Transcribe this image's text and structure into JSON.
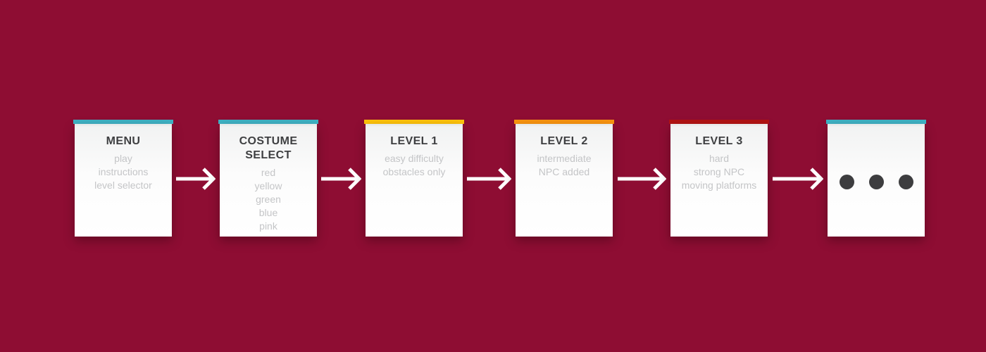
{
  "canvas": {
    "background_color": "#8E0D33"
  },
  "flow": {
    "arrow_color": "#FFFFFF",
    "cards": [
      {
        "id": "menu",
        "title": "MENU",
        "bar_color": "#3FB2C4",
        "items": [
          "play",
          "instructions",
          "level selector"
        ]
      },
      {
        "id": "costume-select",
        "title": "COSTUME SELECT",
        "bar_color": "#3FB2C4",
        "items": [
          "red",
          "yellow",
          "green",
          "blue",
          "pink"
        ]
      },
      {
        "id": "level-1",
        "title": "LEVEL 1",
        "bar_color": "#FEC30B",
        "items": [
          "easy difficulty",
          "obstacles only"
        ]
      },
      {
        "id": "level-2",
        "title": "LEVEL 2",
        "bar_color": "#F9940F",
        "items": [
          "intermediate",
          "NPC added"
        ]
      },
      {
        "id": "level-3",
        "title": "LEVEL 3",
        "bar_color": "#B21313",
        "items": [
          "hard",
          "strong NPC",
          "moving platforms"
        ]
      },
      {
        "id": "more",
        "title": "",
        "bar_color": "#3FB2C4",
        "items": [],
        "ellipsis_dot_color": "#3D3D3F"
      }
    ]
  }
}
